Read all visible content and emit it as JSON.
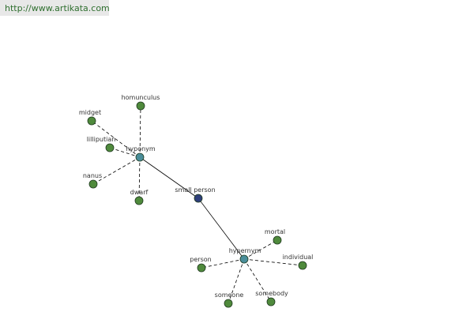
{
  "header": {
    "url": "http://www.artikata.com"
  },
  "colors": {
    "leaf": "#4f8a3c",
    "hub": "#4a8e9a",
    "center": "#2e3f7a",
    "node_stroke": "#1f3a1f",
    "edge": "#000000"
  },
  "graph": {
    "center": {
      "label": "small person"
    },
    "hubs": [
      {
        "label": "hyponym"
      },
      {
        "label": "hypernym"
      }
    ],
    "leaves": [
      {
        "label": "homunculus",
        "hub": 0
      },
      {
        "label": "midget",
        "hub": 0
      },
      {
        "label": "lilliputian",
        "hub": 0
      },
      {
        "label": "nanus",
        "hub": 0
      },
      {
        "label": "dwarf",
        "hub": 0
      },
      {
        "label": "mortal",
        "hub": 1
      },
      {
        "label": "individual",
        "hub": 1
      },
      {
        "label": "person",
        "hub": 1
      },
      {
        "label": "someone",
        "hub": 1
      },
      {
        "label": "somebody",
        "hub": 1
      }
    ]
  }
}
